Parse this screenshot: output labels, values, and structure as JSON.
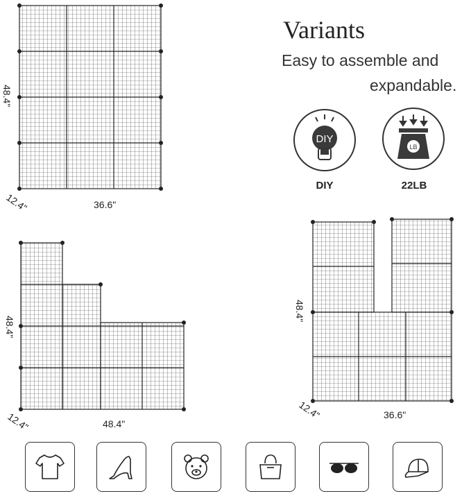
{
  "heading": {
    "title": "Variants",
    "subtitle_line1": "Easy to assemble and",
    "subtitle_line2": "expandable."
  },
  "badges": [
    {
      "icon": "diy-lightbulb-icon",
      "inner_text": "DIY",
      "label": "DIY"
    },
    {
      "icon": "weight-scale-icon",
      "inner_text": "LB",
      "label": "22LB"
    }
  ],
  "variants": [
    {
      "name": "3x4 grid",
      "height": "48.4\"",
      "depth": "12.4\"",
      "width": "36.6\""
    },
    {
      "name": "staircase",
      "height": "48.4\"",
      "depth": "12.4\"",
      "width": "48.4\""
    },
    {
      "name": "two towers",
      "height": "48.4\"",
      "depth": "12.4\"",
      "width": "36.6\""
    }
  ],
  "usage_icons": [
    "tshirt-icon",
    "high-heel-icon",
    "teddy-bear-icon",
    "handbag-icon",
    "sunglasses-icon",
    "cap-icon"
  ],
  "colors": {
    "wire": "#222222",
    "text": "#222222"
  }
}
